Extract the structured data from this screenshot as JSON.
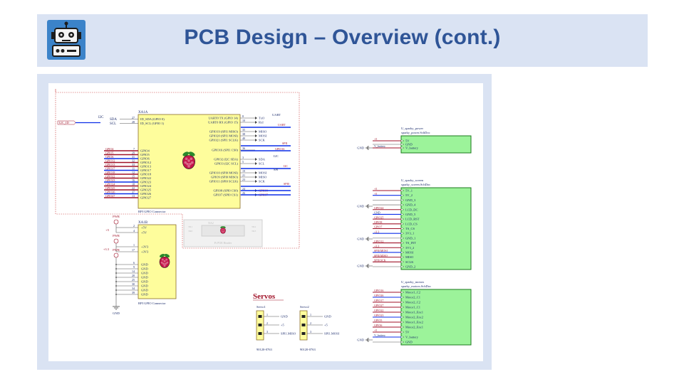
{
  "slide": {
    "title": "PCB Design – Overview (cont.)",
    "logo_icon": "robot-icon"
  },
  "schematic": {
    "xa1a": {
      "designator": "XA1A",
      "footer": "RPI GPIO Connector",
      "i2c_group": "I2C",
      "i2c_port": "I2C_ID",
      "left_nets": [
        "SDA",
        "SCL"
      ],
      "top_pins": [
        {
          "num": "27",
          "name": "ID_SDA (GPIO 0)"
        },
        {
          "num": "28",
          "name": "ID_SCL (GPIO 1)"
        }
      ],
      "left_pins": [
        {
          "net": "GPIO4",
          "num": "7",
          "name": "GPIO4"
        },
        {
          "net": "GPIO5",
          "num": "29",
          "name": "GPIO5"
        },
        {
          "net": "GPIO6",
          "num": "31",
          "name": "GPIO6"
        },
        {
          "net": "GPIO12",
          "num": "32",
          "name": "GPIO12"
        },
        {
          "net": "GPIO13",
          "num": "33",
          "name": "GPIO13"
        },
        {
          "net": "GPIO17",
          "num": "11",
          "name": "GPIO17"
        },
        {
          "net": "GPIO18",
          "num": "12",
          "name": "GPIO18"
        },
        {
          "net": "GPIO22",
          "num": "15",
          "name": "GPIO22"
        },
        {
          "net": "GPIO23",
          "num": "16",
          "name": "GPIO23"
        },
        {
          "net": "GPIO24",
          "num": "18",
          "name": "GPIO24"
        },
        {
          "net": "GPIO25",
          "num": "22",
          "name": "GPIO25"
        },
        {
          "net": "GPIO26",
          "num": "37",
          "name": "GPIO26"
        },
        {
          "net": "GPIO27",
          "num": "13",
          "name": "GPIO27"
        }
      ],
      "right_pins": [
        {
          "num": "8",
          "name": "UART0 TX (GPIO 14)",
          "net": "TxO"
        },
        {
          "num": "10",
          "name": "UART0 RX (GPIO 15)",
          "net": "RxI"
        },
        {
          "num": "35",
          "name": "GPIO19 (SPI1 MISO)",
          "net": "MISO"
        },
        {
          "num": "38",
          "name": "GPIO20 (SPI1 MOSI)",
          "net": "MOSI"
        },
        {
          "num": "40",
          "name": "GPIO21 (SPI1 SCLK)",
          "net": "SCK"
        },
        {
          "num": "36",
          "name": "GPIO16 (SPI1 CS0)",
          "net": ""
        },
        {
          "num": "3",
          "name": "GPIO2 (I2C SDA)",
          "net": "SDA"
        },
        {
          "num": "5",
          "name": "GPIO3 (I2C SCL)",
          "net": "SCL"
        },
        {
          "num": "19",
          "name": "GPIO10 (SPI0 MOSI)",
          "net": "MOSI"
        },
        {
          "num": "21",
          "name": "GPIO9 (SPI0 MISO)",
          "net": "MISO"
        },
        {
          "num": "23",
          "name": "GPIO11 (SPI0 SCLK)",
          "net": "SCK"
        },
        {
          "num": "24",
          "name": "GPIO8 (SPI0 CS0)",
          "net": "GPIO8"
        },
        {
          "num": "26",
          "name": "GPIO7 (SPI0 CS1)",
          "net": "GPIO7"
        }
      ],
      "port_labels": {
        "uart_group": "UART",
        "uart": "UART",
        "spi1": "SPI1",
        "gpio16": "GPIO16",
        "i2c_group": "I2C",
        "i2c": "I2C",
        "spi0_group": "SPI",
        "spi0": "SPI0"
      }
    },
    "xa1b": {
      "designator": "XA1B",
      "footer": "RPI GPIO Connector",
      "pwr_label": "PWR",
      "pins": [
        {
          "num": "2",
          "name": "+5V"
        },
        {
          "num": "4",
          "name": "+5V"
        },
        {
          "num": "1",
          "name": "+3V3"
        },
        {
          "num": "17",
          "name": "+3V3"
        },
        {
          "num": "6",
          "name": "GND"
        },
        {
          "num": "9",
          "name": "GND"
        },
        {
          "num": "14",
          "name": "GND"
        },
        {
          "num": "20",
          "name": "GND"
        },
        {
          "num": "25",
          "name": "GND"
        },
        {
          "num": "30",
          "name": "GND"
        },
        {
          "num": "34",
          "name": "GND"
        },
        {
          "num": "39",
          "name": "GND"
        }
      ],
      "rail_5v": "+5",
      "rail_3v3": "+3.3",
      "gnd": "GND"
    },
    "xa2": {
      "designator": "XA2",
      "footer": "Pi POE Header",
      "pins": [
        "TR1",
        "TR0",
        "TR2",
        "TR3"
      ]
    },
    "servos": {
      "title": "Servos",
      "connectors": [
        {
          "name": "Servo1",
          "part": "90120-0763",
          "pins": [
            {
              "num": "1",
              "net": "GND"
            },
            {
              "num": "2",
              "net": "+5"
            },
            {
              "num": "3",
              "net": "SPI1.MISO"
            }
          ]
        },
        {
          "name": "Servo2",
          "part": "90120-0763",
          "pins": [
            {
              "num": "1",
              "net": "GND"
            },
            {
              "num": "2",
              "net": "+5"
            },
            {
              "num": "3",
              "net": "SPI1.MOSI"
            }
          ]
        }
      ]
    },
    "sheets": [
      {
        "title": "U_sparky_power",
        "file": "sparky_power.SchDoc",
        "ports": [
          "5V",
          "GND",
          "V_battery"
        ],
        "ext_labels": [
          "+5",
          "",
          "V_battery"
        ]
      },
      {
        "title": "U_sparky_screen",
        "file": "sparky_screen.SchDoc",
        "ports": [
          "5V_1",
          "5V_2",
          "GND_3",
          "GND_4",
          "LCD_DC",
          "GND_5",
          "LCD_RST",
          "LCD_CS",
          "TS_CS",
          "3V3_1",
          "GND_1",
          "TS_INT",
          "3V3_2",
          "MOSI",
          "MISO",
          "SCLK",
          "GND_2"
        ],
        "ext_labels": [
          "+5",
          "+5",
          "",
          "",
          "GPIO24",
          "GND",
          "GPIO25",
          "GPIO8",
          "GPIO7",
          "+3.3",
          "",
          "GPIO12",
          "+3.3",
          "SPI0.MOSI",
          "SPI0.MISO",
          "SPI0.SCK",
          ""
        ]
      },
      {
        "title": "U_sparky_motors",
        "file": "sparky_motors.SchDoc",
        "ports": [
          "Motor1_C2",
          "Motor2_C1",
          "Motor2_C2",
          "Motor1_C1",
          "Motor1_Enc1",
          "Motor2_Enc2",
          "Motor1_Enc2",
          "Motor2_Enc1",
          "5V",
          "V_battery",
          "GND"
        ],
        "ext_labels": [
          "GPIO16",
          "GPIO26",
          "GPIO17",
          "GPIO27",
          "GPIO22",
          "GPIO23",
          "GPIO5",
          "GPIO6",
          "+5",
          "V_battery",
          ""
        ]
      }
    ],
    "gnd": "GND",
    "colors": {
      "wire_blue": "#0c2ee8",
      "net_red": "#a01228",
      "component_fill": "#fefd9c",
      "sheet_fill": "#9cf39a",
      "sheet_border": "#1b7a1c",
      "boundary": "#c83232",
      "text_dark": "#1b2b6b"
    }
  }
}
